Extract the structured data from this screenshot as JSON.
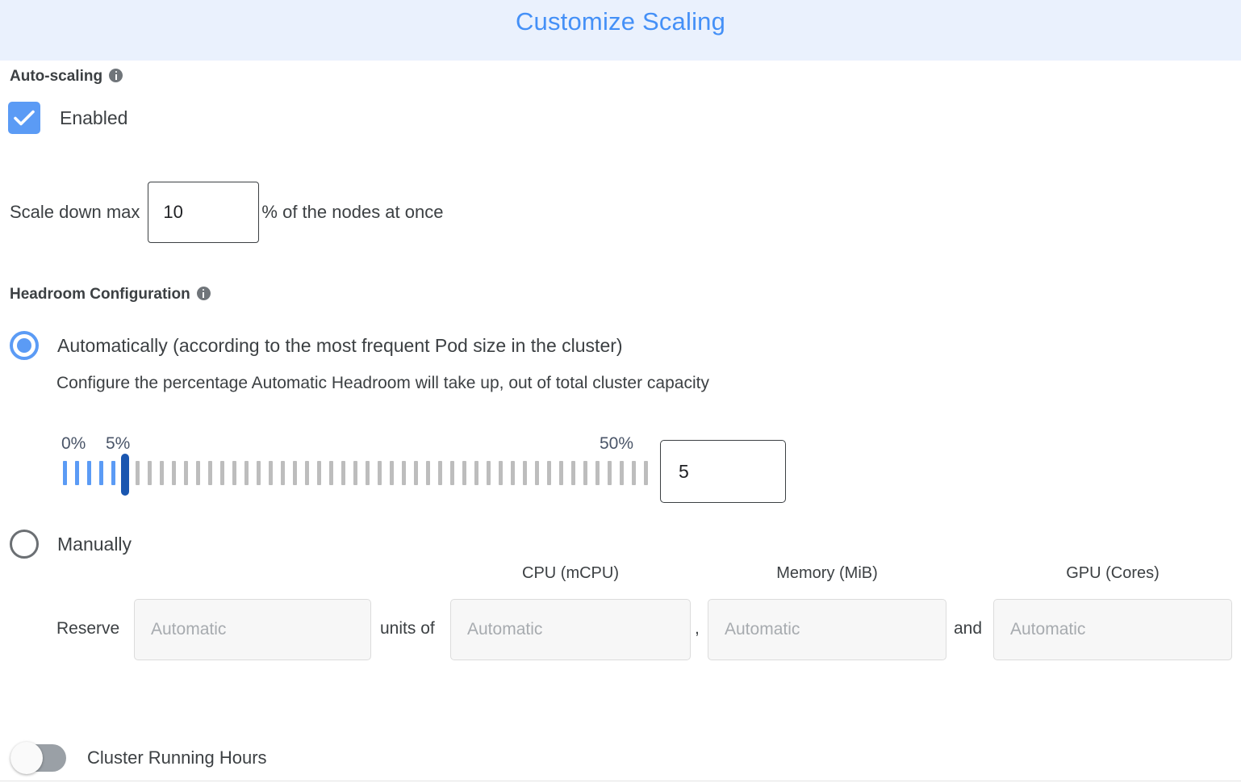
{
  "header": {
    "title": "Customize Scaling",
    "background_color": "#eaf1fd",
    "title_color": "#4490f7"
  },
  "autoscaling": {
    "section_label": "Auto-scaling",
    "info_icon": "info-icon",
    "checkbox": {
      "label": "Enabled",
      "checked": true,
      "color": "#5b9bf5"
    },
    "scale_down": {
      "prefix_label": "Scale down max",
      "value": "10",
      "placeholder": "",
      "suffix_label": "% of the nodes at once"
    }
  },
  "headroom": {
    "section_label": "Headroom Configuration",
    "info_icon": "info-icon",
    "options": [
      {
        "id": "automatic",
        "label": "Automatically (according to the most frequent Pod size in the cluster)",
        "selected": true,
        "description": "Configure the percentage Automatic Headroom will take up, out of total cluster capacity"
      },
      {
        "id": "manual",
        "label": "Manually",
        "selected": false
      }
    ],
    "slider": {
      "min_label": "0%",
      "current_label": "5%",
      "max_label": "50%",
      "min": 0,
      "max": 50,
      "value": 5,
      "tick_count": 49,
      "tick_spacing_px": 15,
      "filled_color": "#5b9bf5",
      "empty_color": "#bdbdbd",
      "thumb_color": "#1a56b0",
      "label_color": "#4a5568"
    },
    "value_box": {
      "value": "5",
      "placeholder": ""
    },
    "manual_form": {
      "reserve_label": "Reserve",
      "units_of_label": "units of",
      "comma_label": ",",
      "and_label": "and",
      "column_headers": [
        "CPU (mCPU)",
        "Memory (MiB)",
        "GPU (Cores)"
      ],
      "fields": [
        {
          "name": "units",
          "placeholder": "Automatic",
          "value": ""
        },
        {
          "name": "cpu",
          "placeholder": "Automatic",
          "value": ""
        },
        {
          "name": "memory",
          "placeholder": "Automatic",
          "value": ""
        },
        {
          "name": "gpu",
          "placeholder": "Automatic",
          "value": ""
        }
      ]
    }
  },
  "cluster_running_hours": {
    "label": "Cluster Running Hours",
    "enabled": false,
    "track_color": "#9aa0a6"
  }
}
